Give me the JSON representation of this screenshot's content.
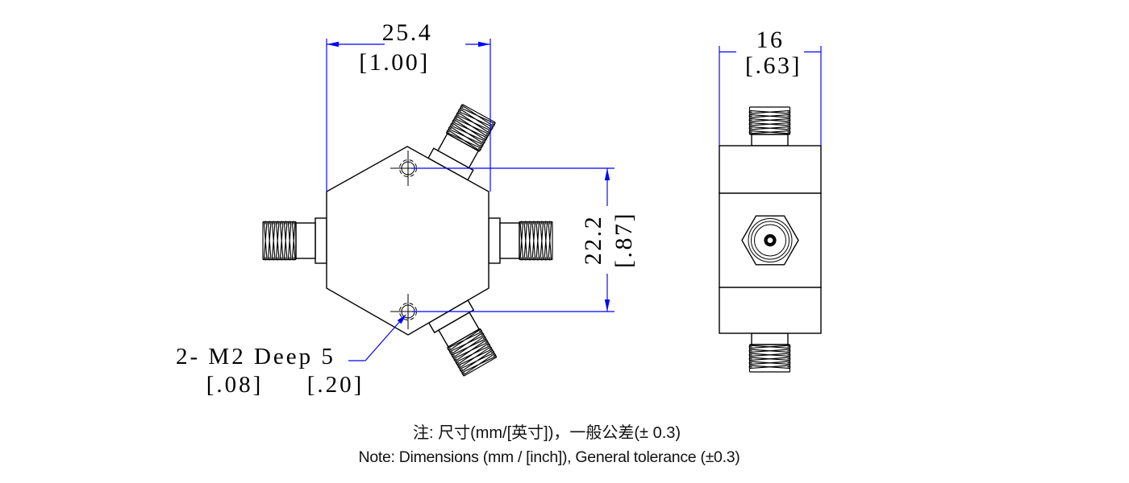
{
  "front_view": {
    "width_dim": {
      "mm": "25.4",
      "inch": "[1.00]"
    },
    "hole_pitch_dim": {
      "mm": "22.2",
      "inch": "[.87]"
    },
    "hole_callout": {
      "label": "2- M2 Deep 5",
      "thread_inch": "[.08]",
      "depth_inch": "[.20]"
    }
  },
  "side_view": {
    "width_dim": {
      "mm": "16",
      "inch": "[.63]"
    }
  },
  "notes": {
    "cn": "注: 尺寸(mm/[英寸])，一般公差(± 0.3)",
    "en": "Note: Dimensions (mm / [inch]), General tolerance (±0.3)"
  },
  "colors": {
    "dimension_blue": "#0000ff",
    "geometry_black": "#000000",
    "background": "#ffffff"
  }
}
